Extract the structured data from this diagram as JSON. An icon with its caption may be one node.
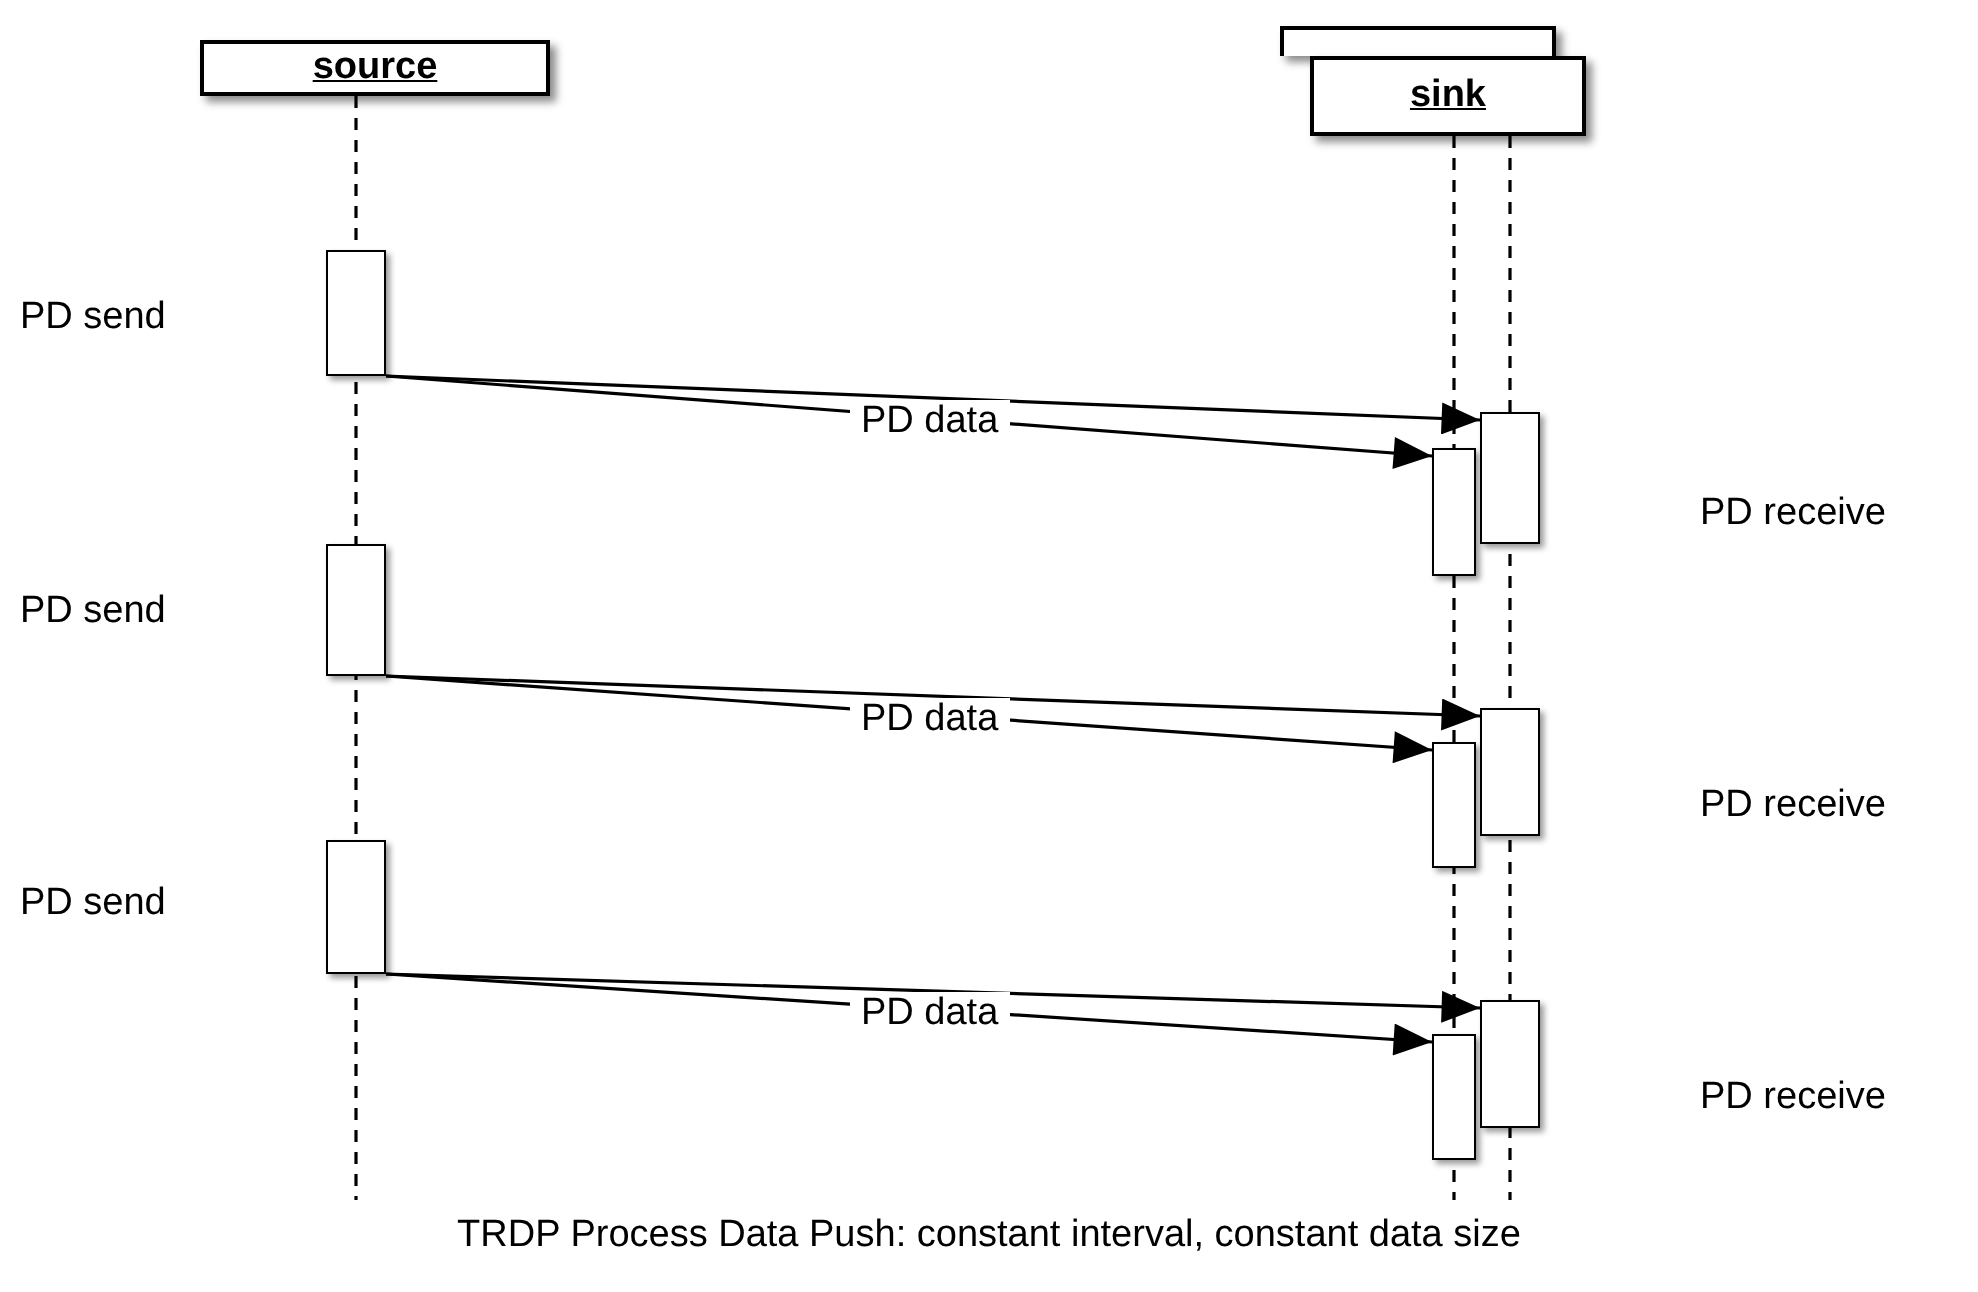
{
  "diagram": {
    "caption": "TRDP Process Data Push: constant interval, constant data size",
    "nodes": [
      {
        "text": [
          "source"
        ]
      },
      {
        "text": [],
        "shape": "box"
      },
      {
        "text": [
          "sink"
        ]
      },
      {
        "text": [],
        "shape": "bar"
      },
      {
        "text": [],
        "shape": "bar"
      },
      {
        "text": [],
        "shape": "bar"
      },
      {
        "text": [],
        "shape": "bar"
      },
      {
        "text": [],
        "shape": "bar"
      },
      {
        "text": [],
        "shape": "bar"
      },
      {
        "text": [],
        "shape": "bar"
      },
      {
        "text": [],
        "shape": "bar"
      },
      {
        "text": [],
        "shape": "bar"
      }
    ],
    "edges": [
      {
        "from": 3,
        "to": 4,
        "arrow": "to",
        "label": "PD data"
      },
      {
        "from": 3,
        "to": 5,
        "arrow": "to"
      },
      {
        "from": 6,
        "to": 7,
        "arrow": "to",
        "label": "PD data"
      },
      {
        "from": 6,
        "to": 8,
        "arrow": "to"
      },
      {
        "from": 9,
        "to": 10,
        "arrow": "to",
        "label": "PD data"
      },
      {
        "from": 9,
        "to": 11,
        "arrow": "to"
      }
    ],
    "labels": [
      "PD send",
      "PD receive",
      "PD send",
      "PD receive",
      "PD send",
      "PD receive"
    ]
  }
}
